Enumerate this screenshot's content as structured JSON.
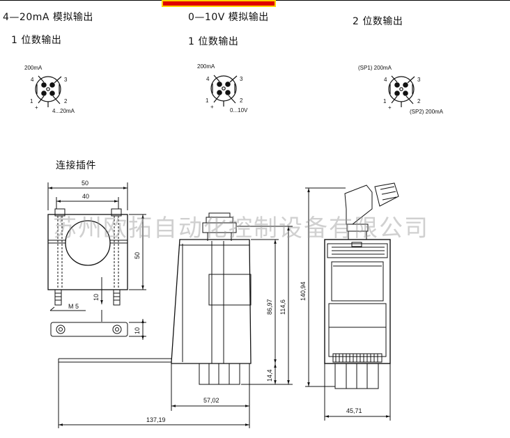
{
  "headings": {
    "h1": "4—20mA 模拟输出",
    "h2": "0—10V 模拟输出",
    "h3": "2 位数输出",
    "h4": "1 位数输出",
    "h5": "1 位数输出",
    "connector": "连接插件"
  },
  "pinouts": [
    {
      "top": "200mA",
      "p4": "4",
      "p3": "3",
      "p1": "1",
      "p2": "2",
      "plus": "+",
      "bottom": "4...20mA"
    },
    {
      "top": "200mA",
      "p4": "4",
      "p3": "3",
      "p1": "1",
      "p2": "2",
      "plus": "+",
      "bottom": "0...10V"
    },
    {
      "top": "(SP1)  200mA",
      "p4": "4",
      "p3": "3",
      "p1": "1",
      "p2": "2",
      "plus": "+",
      "bottom": "(SP2)  200mA"
    }
  ],
  "dimensions": {
    "d50_width": "50",
    "d40": "40",
    "d50_height": "50",
    "d10_a": "10",
    "m5": "M 5",
    "d10_b": "10",
    "d86": "86,97",
    "d114": "114,6",
    "d14": "14,4",
    "d57": "57,02",
    "d137": "137,19",
    "d140": "140,94",
    "d45": "45,71"
  },
  "watermark": "苏州欧拓自动化控制设备有限公司"
}
